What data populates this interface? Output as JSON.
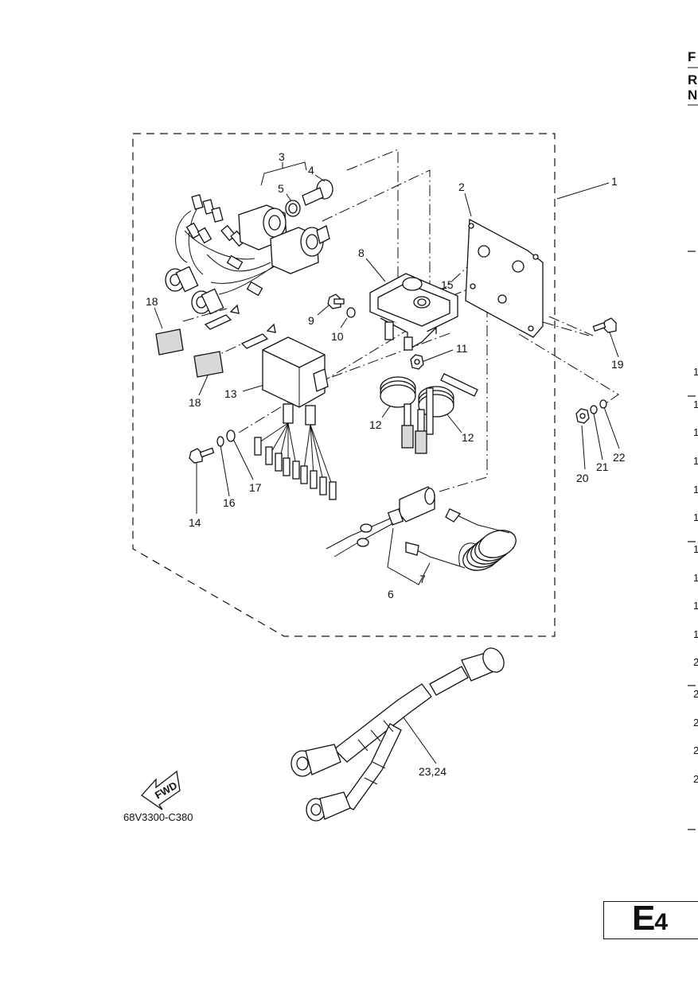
{
  "header": {
    "col1": "F",
    "col2": "R",
    "col3": "N"
  },
  "diagram": {
    "callouts": [
      {
        "id": "c1",
        "label": "1"
      },
      {
        "id": "c2",
        "label": "2"
      },
      {
        "id": "c3",
        "label": "3"
      },
      {
        "id": "c4",
        "label": "4"
      },
      {
        "id": "c5",
        "label": "5"
      },
      {
        "id": "c6",
        "label": "6"
      },
      {
        "id": "c7",
        "label": "7"
      },
      {
        "id": "c8",
        "label": "8"
      },
      {
        "id": "c9",
        "label": "9"
      },
      {
        "id": "c10",
        "label": "10"
      },
      {
        "id": "c11",
        "label": "11"
      },
      {
        "id": "c12a",
        "label": "12"
      },
      {
        "id": "c12b",
        "label": "12"
      },
      {
        "id": "c13",
        "label": "13"
      },
      {
        "id": "c14",
        "label": "14"
      },
      {
        "id": "c15",
        "label": "15"
      },
      {
        "id": "c16",
        "label": "16"
      },
      {
        "id": "c17",
        "label": "17"
      },
      {
        "id": "c18a",
        "label": "18"
      },
      {
        "id": "c18b",
        "label": "18"
      },
      {
        "id": "c19",
        "label": "19"
      },
      {
        "id": "c20",
        "label": "20"
      },
      {
        "id": "c21",
        "label": "21"
      },
      {
        "id": "c22",
        "label": "22"
      },
      {
        "id": "c2324",
        "label": "23,24"
      }
    ],
    "fwd_label": "FWD",
    "drawing_code": "68V3300-C380"
  },
  "right_index": [
    "1",
    "1",
    "1",
    "1",
    "1",
    "1",
    "1",
    "1",
    "1",
    "1",
    "2",
    "2",
    "2",
    "2",
    "2"
  ],
  "figure_title": {
    "letter": "E",
    "number": "4"
  }
}
